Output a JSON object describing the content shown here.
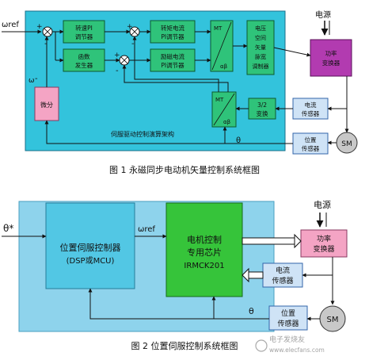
{
  "diagram1": {
    "caption": "图 1 永磁同步电动机矢量控制系统框图",
    "input_symbol": "ωref",
    "power_source": "电源",
    "blocks": {
      "speed_pi": [
        "转速PI",
        "调节器"
      ],
      "function_gen": [
        "函数",
        "发生器"
      ],
      "torque_pi": [
        "转矩电流",
        "PI调节器"
      ],
      "excite_pi": [
        "励磁电流",
        "PI调节器"
      ],
      "mt_ab_top": [
        "MT",
        "αβ"
      ],
      "svpwm": [
        "电压",
        "空间",
        "矢量",
        "脉宽",
        "调制器"
      ],
      "power_conv": [
        "功率",
        "变换器"
      ],
      "diff": "微分",
      "mt_ab_bottom": [
        "MT",
        "αβ"
      ],
      "transform_32": [
        "3/2",
        "变换"
      ],
      "current_sensor": [
        "电流",
        "传感器"
      ],
      "position_sensor": [
        "位置",
        "传感器"
      ],
      "motor": "SM"
    },
    "frame_label": "伺服驱动控制演算架构",
    "omega_label": "ω",
    "theta_label": "θ",
    "signs": [
      "+",
      "-",
      "+",
      "-",
      "+",
      "-",
      "-"
    ]
  },
  "diagram2": {
    "caption": "图 2 位置伺服控制系统框图",
    "input_symbol": "θ*",
    "ref_symbol": "ωref",
    "power_source": "电源",
    "blocks": {
      "position_controller": [
        "位置伺服控制器",
        "(DSP或MCU)"
      ],
      "motor_chip": [
        "电机控制",
        "专用芯片",
        "IRMCK201"
      ],
      "power_conv": [
        "功率",
        "变换器"
      ],
      "current_sensor": [
        "电流",
        "传感器"
      ],
      "position_sensor": [
        "位置",
        "传感器"
      ],
      "motor": "SM"
    },
    "theta_label": "θ"
  },
  "watermark": {
    "brand": "电子发烧友",
    "url": "www.elecfans.com"
  },
  "colors": {
    "frame1": "#33c3dc",
    "frame2": "#8ed3ec",
    "block_green": "#2fc37a",
    "block_purple": "#b23bb0",
    "block_blue_light": "#cfe3f6",
    "block_pink": "#f4a4c4",
    "block_chip": "#36c43a",
    "block_ctrl": "#52c7e4",
    "motor_gray": "#c8c8c8"
  }
}
